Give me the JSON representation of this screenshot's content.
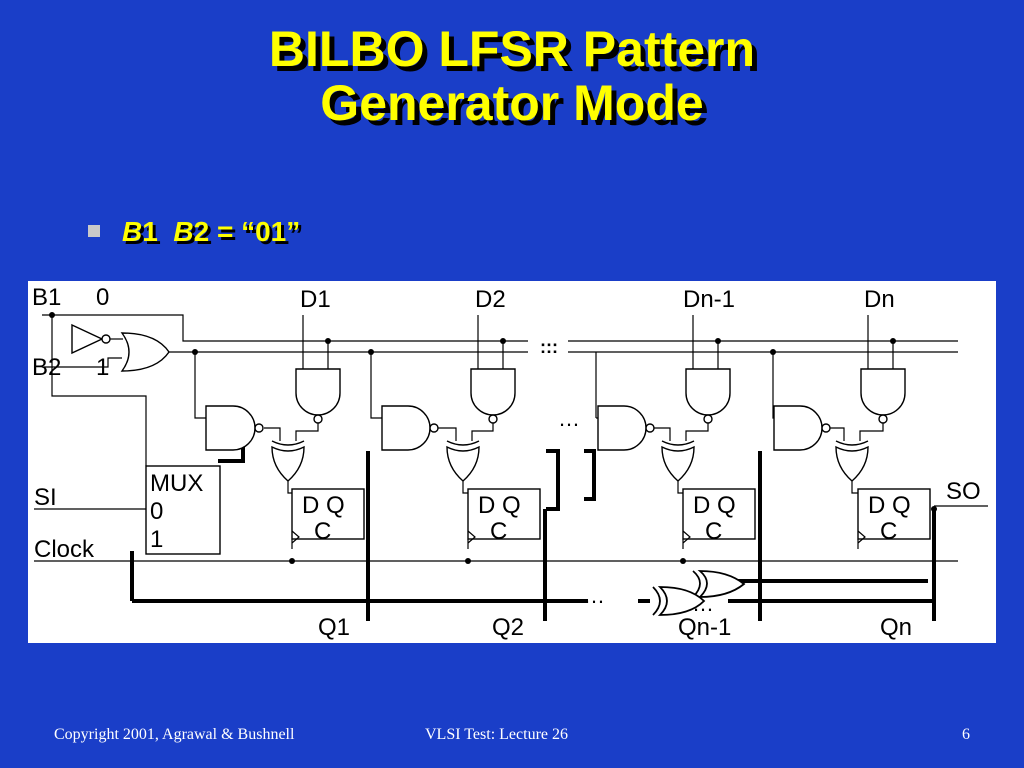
{
  "slide": {
    "title_line1": "BILBO LFSR Pattern",
    "title_line2": "Generator Mode",
    "bullet": {
      "b1_italic": "B",
      "b1_rest": "1",
      "b2_italic": "B",
      "b2_rest": "2 = “01”"
    }
  },
  "diagram": {
    "inputs": {
      "b1": "B1",
      "b1_value": "0",
      "b2": "B2",
      "b2_value": "1",
      "si": "SI",
      "clock": "Clock"
    },
    "mux": {
      "label": "MUX",
      "in0": "0",
      "in1": "1"
    },
    "d_labels": [
      "D1",
      "D2",
      "Dn-1",
      "Dn"
    ],
    "ff_top": "D Q",
    "ff_clk": "C",
    "q_labels": [
      "Q1",
      "Q2",
      "Qn-1",
      "Qn"
    ],
    "so": "SO",
    "ellipsis": "…",
    "vellipsis": ":::"
  },
  "footer": {
    "copyright": "Copyright 2001, Agrawal & Bushnell",
    "course": "VLSI Test: Lecture 26",
    "page": "6"
  }
}
